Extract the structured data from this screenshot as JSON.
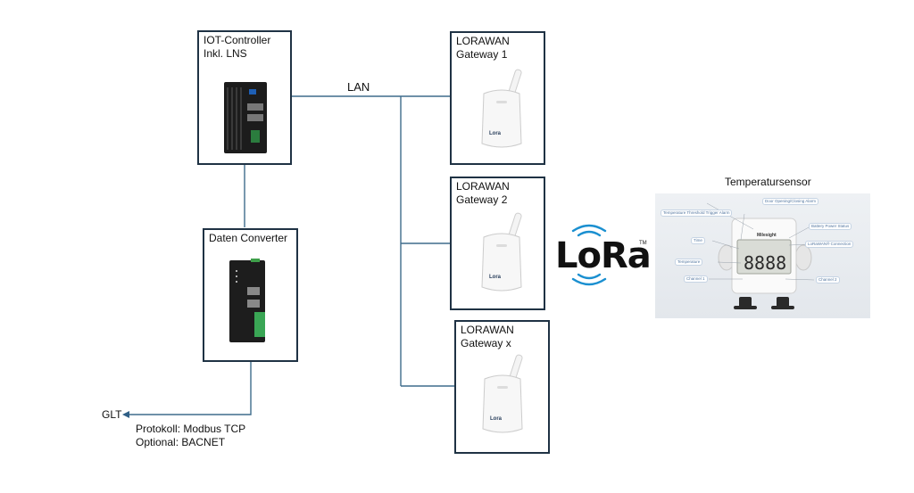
{
  "controller": {
    "title": "IOT-Controller\nInkl. LNS"
  },
  "converter": {
    "title": "Daten Converter"
  },
  "gateways": [
    {
      "title": "LORAWAN\nGateway 1",
      "logo": "Lora"
    },
    {
      "title": "LORAWAN\nGateway 2",
      "logo": "Lora"
    },
    {
      "title": "LORAWAN\nGateway x",
      "logo": "Lora"
    }
  ],
  "lan_label": "LAN",
  "glt": {
    "label": "GLT",
    "protocol": "Protokoll: Modbus TCP",
    "optional": "Optional: BACNET"
  },
  "lora": {
    "word": "LoRa",
    "tm": "TM"
  },
  "sensor": {
    "title": "Temperatursensor",
    "brand": "Milesight",
    "display": "8888",
    "callouts": [
      "Door Opening/Closing Alarm",
      "Temperature Threshold Trigger Alarm",
      "Battery Power Status",
      "Time",
      "LoRaWAN® Connection",
      "Temperature",
      "Channel 1",
      "Channel 2"
    ]
  },
  "colors": {
    "box_border": "#1f3244",
    "line": "#3f6c8c",
    "arrow": "#2f5f86"
  }
}
